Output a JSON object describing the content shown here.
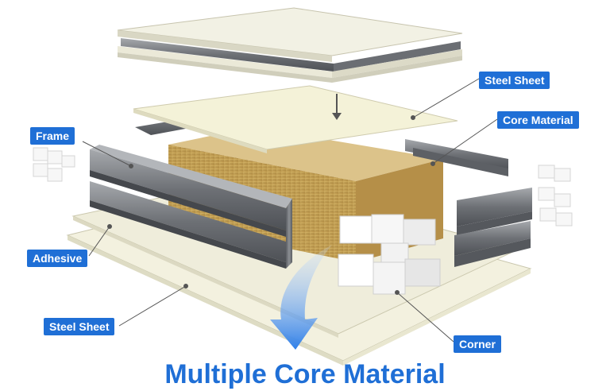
{
  "labels": {
    "steel_sheet_top": "Steel Sheet",
    "core_material": "Core Material",
    "frame": "Frame",
    "adhesive": "Adhesive",
    "steel_sheet_bottom": "Steel Sheet",
    "corner": "Corner"
  },
  "caption": "Multiple Core Material",
  "colors": {
    "accent": "#1f6fd6",
    "steel": "#7c7f84",
    "sheet": "#f4f2dc",
    "core": "#c8a55a"
  }
}
